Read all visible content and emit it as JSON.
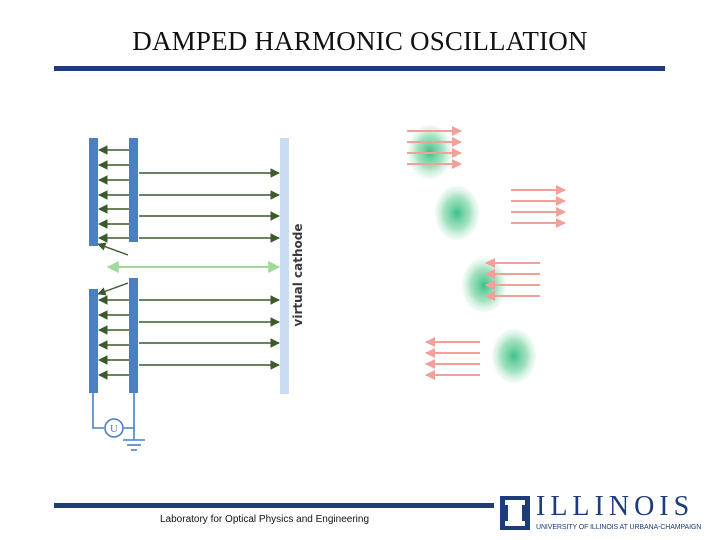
{
  "slide": {
    "title": "DAMPED HARMONIC OSCILLATION",
    "footer": "Laboratory for Optical Physics and Engineering"
  },
  "diagram": {
    "virtual_cathode_label": "virtual cathode",
    "circuit_symbol": "U"
  },
  "logo": {
    "wordmark": "ILLINOIS",
    "subtitle": "UNIVERSITY OF ILLINOIS AT URBANA-CHAMPAIGN"
  },
  "colors": {
    "title_rule": "#1d3d7a",
    "electrode": "#4a7fc1",
    "field_arrow": "#3b5a2a",
    "beam_arrow": "#9fd99b",
    "electron_cloud": "#3cc08a",
    "pulse_arrow": "#f2a09a",
    "cathode_plate": "#c9dcf2"
  }
}
